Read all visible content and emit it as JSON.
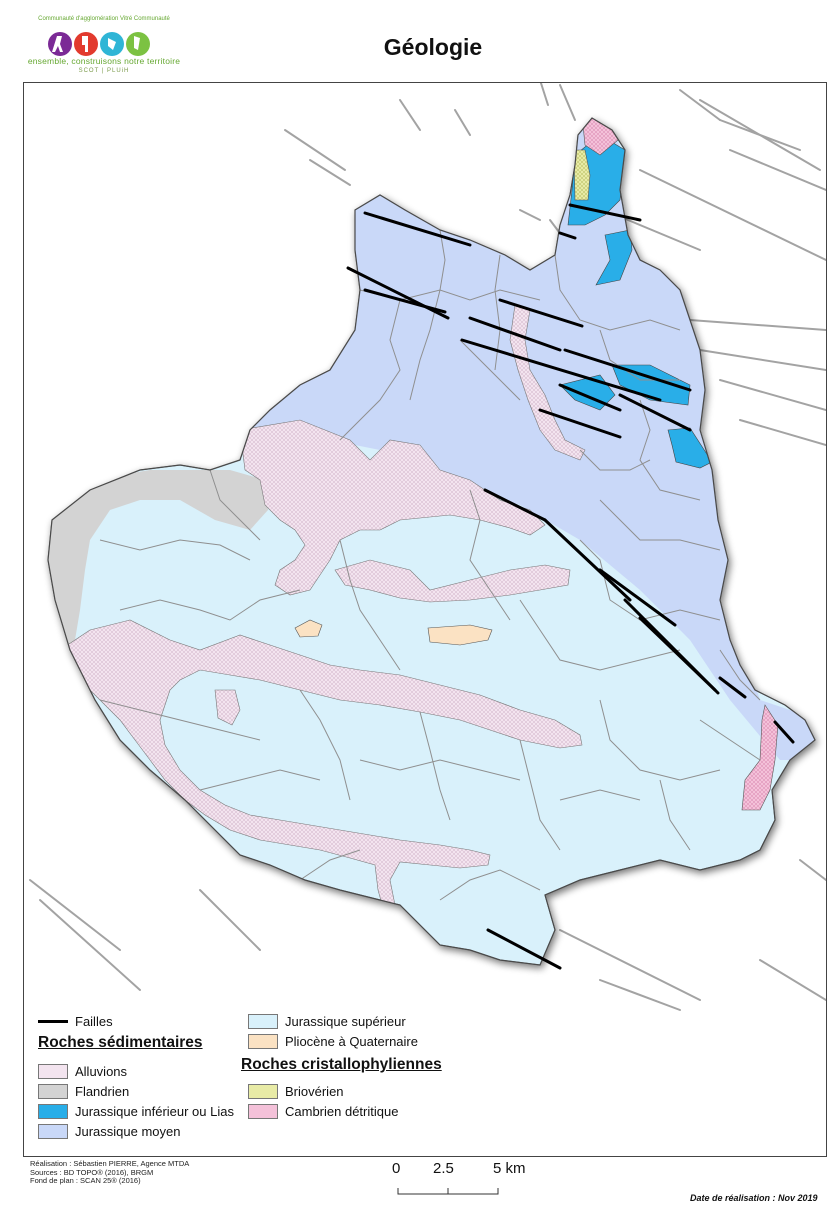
{
  "header": {
    "title": "Géologie",
    "logo_top_text": "Communauté d'agglomération Vitré Communauté",
    "logo_main_text": "ensemble, construisons notre territoire",
    "logo_sub_text": "SCOT | PLUiH"
  },
  "colors": {
    "alluvions": "#f3e4ef",
    "flandrien": "#d3d3d3",
    "lias": "#29aee8",
    "jurassique_moyen": "#c9d8f8",
    "jurassique_superieur": "#d9f1fb",
    "pliocene": "#fbe2c3",
    "briovérien": "#e8eba6",
    "cambrien": "#f4c1d9",
    "failles": "#000000",
    "communes": "#8f8f8f",
    "faults_ext": "#9a9a9a"
  },
  "legend": {
    "failles": "Failles",
    "roches_sedimentaires": "Roches sédimentaires",
    "alluvions": "Alluvions",
    "flandrien": "Flandrien",
    "lias": "Jurassique inférieur ou Lias",
    "jurassique_moyen": "Jurassique moyen",
    "jurassique_superieur": "Jurassique supérieur",
    "pliocene": "Pliocène à Quaternaire",
    "roches_cristallophyliennes": "Roches cristallophyliennes",
    "brioverien": "Briovérien",
    "cambrien": "Cambrien détritique"
  },
  "credits": {
    "line1": "Réalisation : Sébastien PIERRE, Agence MTDA",
    "line2": "Sources : BD TOPO® (2016), BRGM",
    "line3": "Fond de plan : SCAN 25® (2016)"
  },
  "scale": {
    "t0": "0",
    "t1": "2.5",
    "t2": "5 km"
  },
  "date_text": "Date de réalisation : Nov 2019"
}
